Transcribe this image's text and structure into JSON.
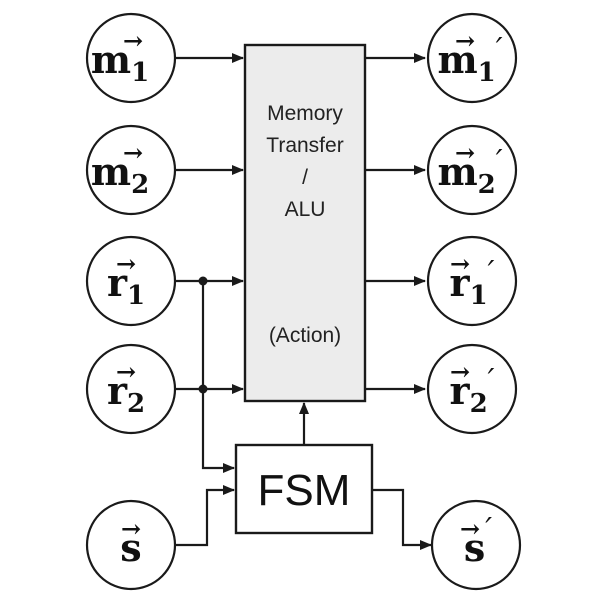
{
  "colors": {
    "ink": "#1a1a1a",
    "alu_fill": "#ececec",
    "fsm_fill": "#ffffff",
    "node_fill": "#ffffff"
  },
  "inputs": [
    {
      "base": "m",
      "sub": "1"
    },
    {
      "base": "m",
      "sub": "2"
    },
    {
      "base": "r",
      "sub": "1"
    },
    {
      "base": "r",
      "sub": "2"
    },
    {
      "base": "s",
      "sub": ""
    }
  ],
  "outputs": [
    {
      "base": "m",
      "sub": "1",
      "prime": "′"
    },
    {
      "base": "m",
      "sub": "2",
      "prime": "′"
    },
    {
      "base": "r",
      "sub": "1",
      "prime": "′"
    },
    {
      "base": "r",
      "sub": "2",
      "prime": "′"
    },
    {
      "base": "s",
      "sub": "",
      "prime": "′"
    }
  ],
  "alu_block": {
    "lines": [
      "Memory",
      "Transfer",
      "/",
      "ALU"
    ],
    "action": "(Action)"
  },
  "fsm_block": {
    "label": "FSM"
  }
}
